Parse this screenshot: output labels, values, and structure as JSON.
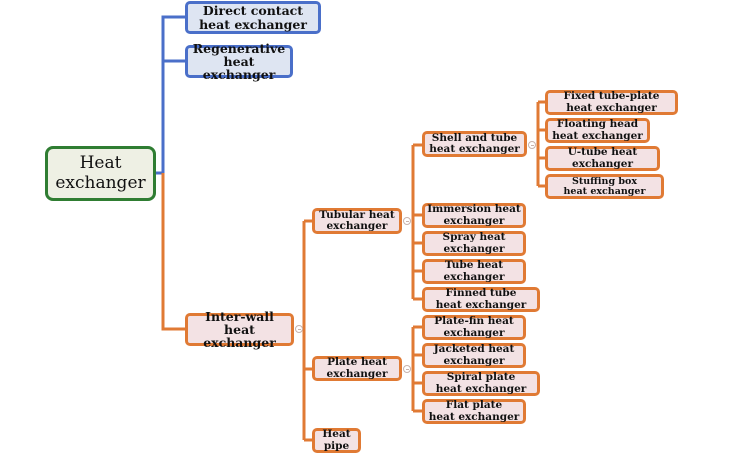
{
  "title": "Heat exchanger classification mind map",
  "colors": {
    "root_border": "#2f7d32",
    "root_fill": "#eef0e4",
    "blue_border": "#4a6fc9",
    "blue_fill": "#dee5f2",
    "orange_border": "#e07a34",
    "orange_fill": "#f3e2e4"
  },
  "root": {
    "label": "Heat\nexchanger"
  },
  "level1": {
    "direct_contact": "Direct contact\nheat exchanger",
    "regenerative": "Regenerative\nheat exchanger",
    "inter_wall": "Inter-wall\nheat exchanger"
  },
  "inter_wall": {
    "tubular": "Tubular heat\nexchanger",
    "plate": "Plate heat\nexchanger",
    "heat_pipe": "Heat pipe"
  },
  "tubular": {
    "shell_and_tube": "Shell and tube\nheat exchanger",
    "immersion": "Immersion heat\nexchanger",
    "spray": "Spray heat\nexchanger",
    "tube": "Tube heat\nexchanger",
    "finned_tube": "Finned tube\nheat exchanger"
  },
  "shell_and_tube": {
    "fixed_tube_plate": "Fixed tube-plate\nheat exchanger",
    "floating_head": "Floating head\nheat exchanger",
    "u_tube": "U-tube heat\nexchanger",
    "stuffing_box": "Stuffing box\nheat exchanger"
  },
  "plate": {
    "plate_fin": "Plate-fin heat\nexchanger",
    "jacketed": "Jacketed heat\nexchanger",
    "spiral_plate": "Spiral plate\nheat exchanger",
    "flat_plate": "Flat plate\nheat exchanger"
  }
}
